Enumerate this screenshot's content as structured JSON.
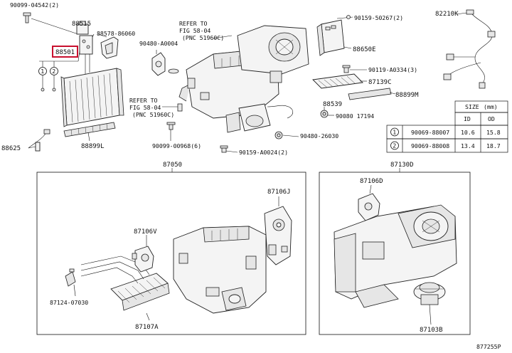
{
  "labels": {
    "p90099_04542": "90099-04542(2)",
    "p88515": "88515",
    "p88578_86060": "88578-86060",
    "p88501": "88501",
    "p88625": "88625",
    "p88899L": "88899L",
    "p90480_a0004": "90480-A0004",
    "ref1": "REFER TO",
    "ref1_fig": "FIG 58-04",
    "ref1_pnc": "(PNC 51960C)",
    "ref2": "REFER TO",
    "ref2_fig": "FIG 58-04",
    "ref2_pnc": "(PNC 51960C)",
    "p90099_00968": "90099-00968(6)",
    "p90159_a0024": "90159-A0024(2)",
    "p90159_50267": "90159-50267(2)",
    "p88650E": "88650E",
    "p90119_a0334": "90119-A0334(3)",
    "p87139C": "87139C",
    "p88899M": "88899M",
    "p88539": "88539",
    "p90080_17194": "90080 17194",
    "p90480_26030": "90480-26030",
    "p82210K": "82210K",
    "p87050": "87050",
    "p87106J": "87106J",
    "p87106V": "87106V",
    "p87124_07030": "87124-07030",
    "p87107A": "87107A",
    "p87130D": "87130D",
    "p87106D": "87106D",
    "p87103B": "87103B",
    "figure_code": "877255P"
  },
  "size_table": {
    "title": "SIZE",
    "unit": "(mm)",
    "headers": [
      "ID",
      "OD"
    ],
    "rows": [
      {
        "no": "1",
        "part": "90069-88007",
        "id": "10.6",
        "od": "15.8"
      },
      {
        "no": "2",
        "part": "90069-88008",
        "id": "13.4",
        "od": "18.7"
      }
    ]
  },
  "callouts": {
    "one": "1",
    "two": "2"
  },
  "colors": {
    "highlight": "#c8102e",
    "line": "#111111"
  }
}
